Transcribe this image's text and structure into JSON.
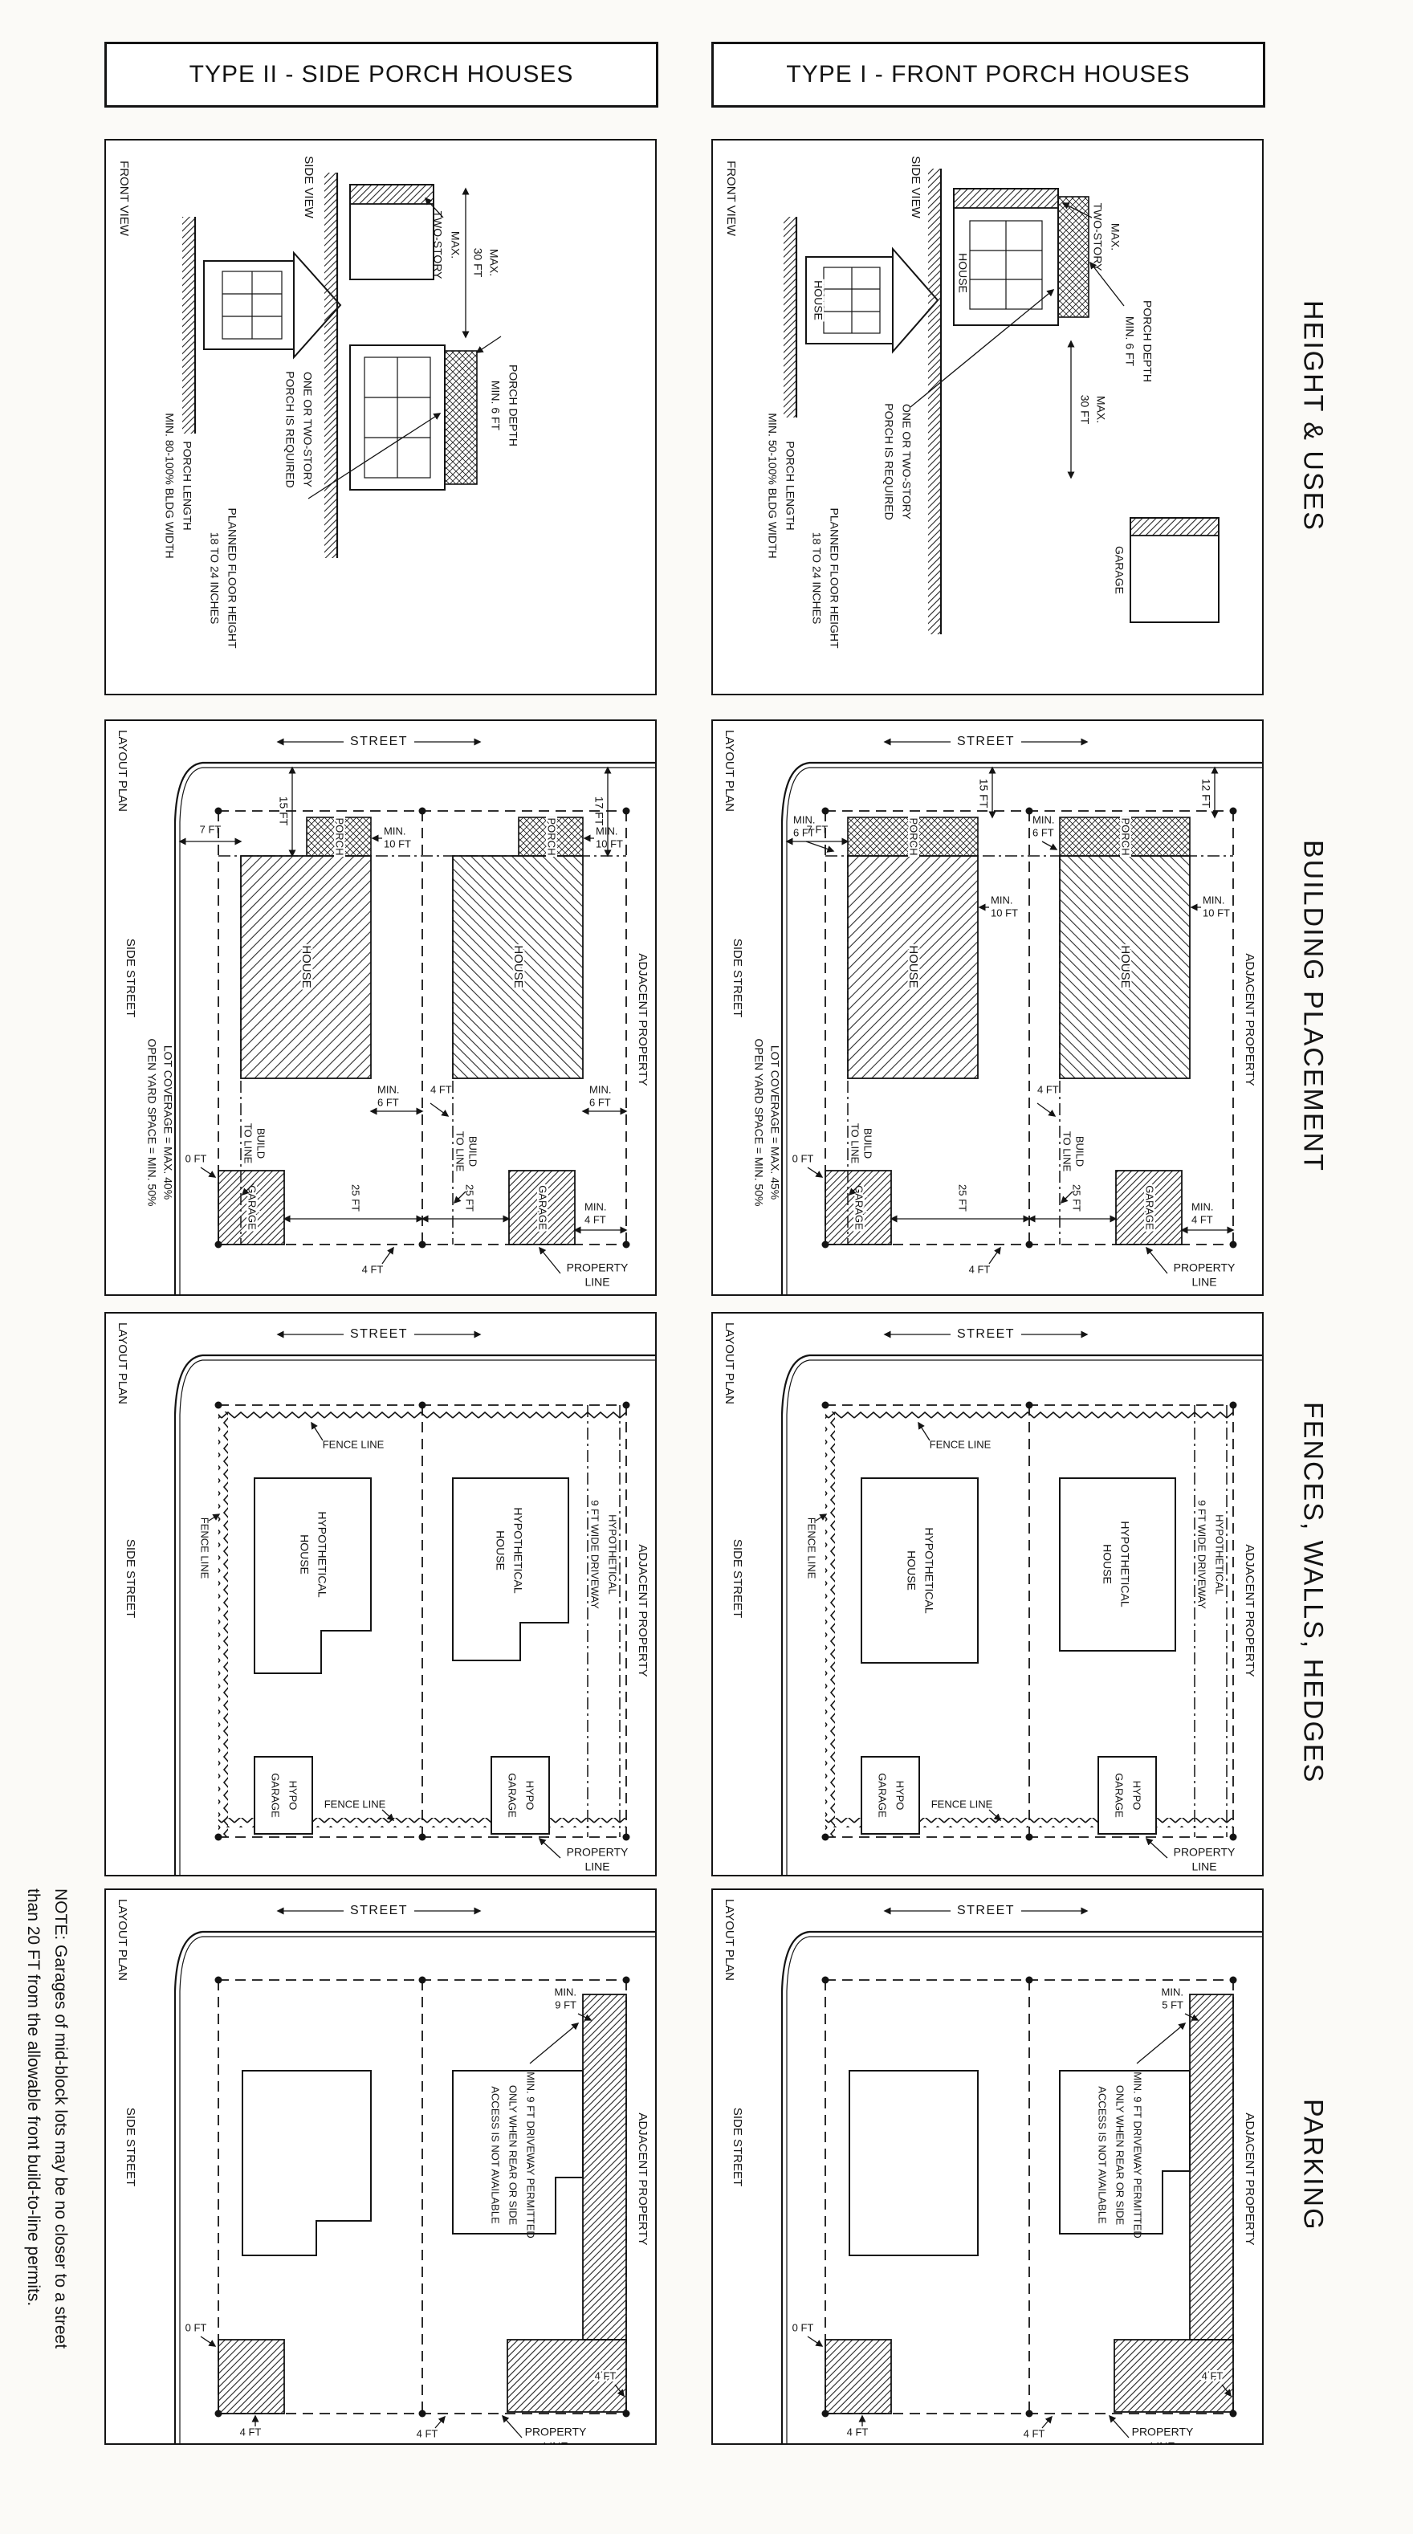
{
  "titles": {
    "type2": "TYPE II - SIDE PORCH HOUSES",
    "type1": "TYPE I - FRONT PORCH HOUSES"
  },
  "rows": {
    "r1": "HEIGHT & USES",
    "r2": "BUILDING PLACEMENT",
    "r3": "FENCES, WALLS, HEDGES",
    "r4": "PARKING"
  },
  "note": {
    "l1": "NOTE: Garages of mid-block lots may be no closer to a street",
    "l2": "than 20 FT from the allowable front build-to-line permits."
  },
  "common": {
    "front_view": "FRONT VIEW",
    "side_view": "SIDE VIEW",
    "layout_plan": "LAYOUT PLAN",
    "street": "STREET",
    "side_street": "SIDE STREET",
    "adjacent_property": "ADJACENT PROPERTY",
    "property": "PROPERTY",
    "line": "LINE",
    "house": "HOUSE",
    "porch": "PORCH",
    "garage": "GARAGE",
    "fence_line": "FENCE LINE",
    "hypothetical": "HYPOTHETICAL",
    "hypo": "HYPO",
    "drive_l2": "9 FT WIDE DRIVEWAY",
    "build": "BUILD",
    "to_line": "TO LINE",
    "min_": "MIN.",
    "max_": "MAX.",
    "two_story": "TWO-STORY",
    "one_or_two_l1": "ONE OR TWO-STORY",
    "one_or_two_l2": "PORCH IS REQUIRED",
    "porch_depth": "PORCH DEPTH",
    "min6ft": "MIN. 6 FT",
    "porch_len_l1": "PORCH LENGTH",
    "floor_l1": "PLANNED FLOOR HEIGHT",
    "floor_l2": "18 TO 24 INCHES",
    "pk_note_l1": "MIN. 9 FT DRIVEWAY PERMITTED",
    "pk_note_l2": "ONLY WHEN REAR OR SIDE",
    "pk_note_l3": "ACCESS IS NOT AVAILABLE",
    "ft0": "0 FT",
    "ft4": "4 FT",
    "ft6": "6 FT",
    "ft7": "7 FT",
    "ft10": "10 FT",
    "ft15": "15 FT",
    "ft25": "25 FT",
    "ft30": "30 FT"
  },
  "hu2": {
    "porch_len_l2": "MIN. 80-100% BLDG WIDTH"
  },
  "hu1": {
    "porch_len_l2": "MIN. 50-100% BLDG WIDTH"
  },
  "bp2": {
    "front_dim": "17 FT",
    "cov_l1": "LOT COVERAGE = MAX. 40%",
    "cov_l2": "OPEN YARD SPACE = MIN. 50%"
  },
  "bp1": {
    "front_dim": "12 FT",
    "cov_l1": "LOT COVERAGE = MAX. 45%",
    "cov_l2": "OPEN YARD SPACE = MIN. 50%"
  },
  "pk2": {
    "min_val": "9 FT"
  },
  "pk1": {
    "min_val": "5 FT"
  },
  "colors": {
    "ink": "#141414",
    "paper": "#fbfaf7"
  }
}
